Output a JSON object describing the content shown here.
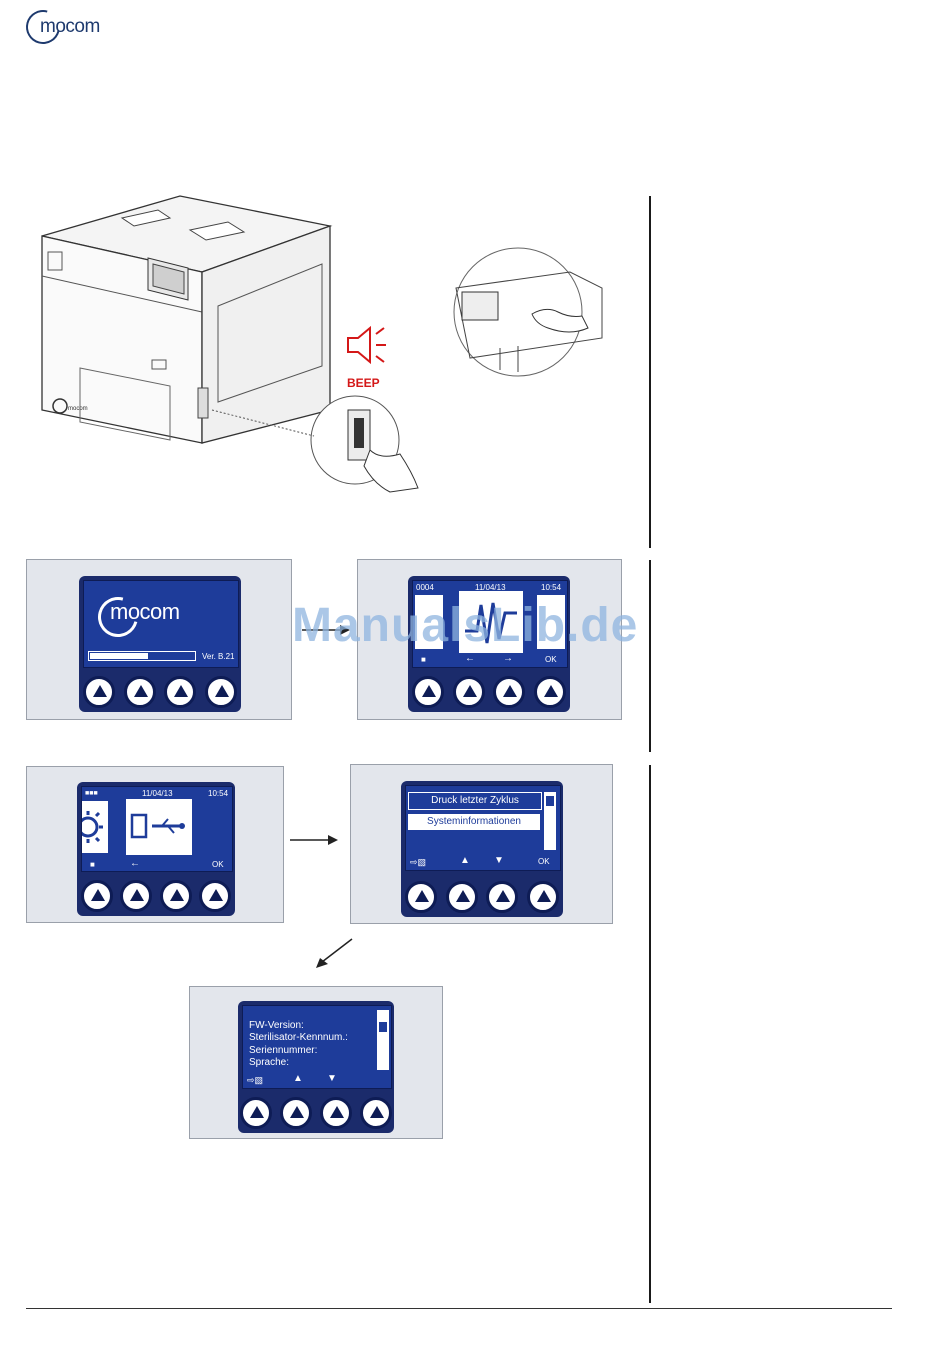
{
  "brand": {
    "logo_text": "mocom"
  },
  "watermark": "ManualsLib.de",
  "illustration": {
    "beep_label": "BEEP"
  },
  "panels": {
    "boot": {
      "logo_text": "mocom",
      "version": "Ver. B.21"
    },
    "home": {
      "counter": "0004",
      "date": "11/04/13",
      "time": "10:54",
      "left_arrow": "←",
      "right_arrow": "→",
      "ok": "OK"
    },
    "usb": {
      "counter": "■■■",
      "date": "11/04/13",
      "time": "10:54",
      "left_arrow": "←",
      "ok": "OK"
    },
    "menu": {
      "items": [
        "Druck letzter Zyklus",
        "Systeminformationen"
      ],
      "ok": "OK"
    },
    "sysinfo": {
      "lines": [
        "FW-Version:",
        "Sterilisator-Kennnum.:",
        "Seriennummer:",
        "Sprache:"
      ]
    }
  }
}
